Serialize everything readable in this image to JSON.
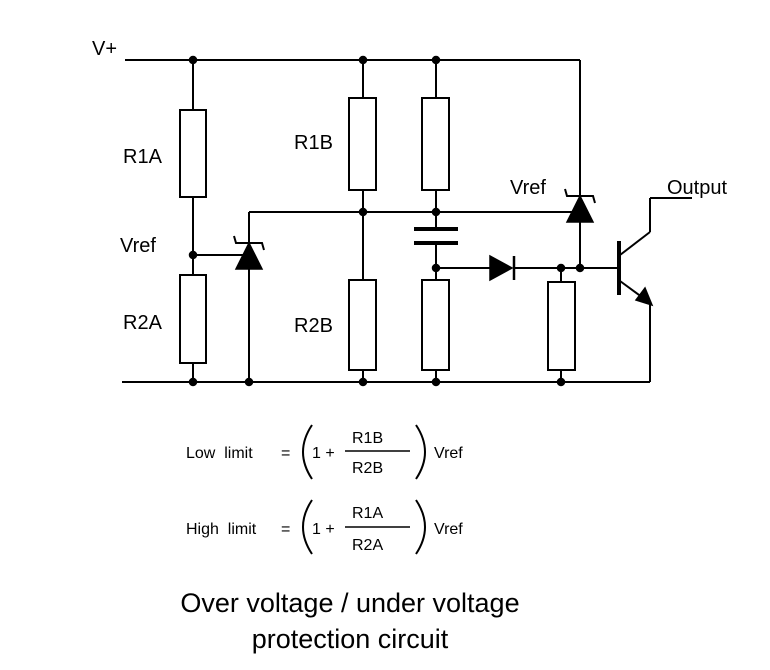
{
  "labels": {
    "supply": "V+",
    "r1a": "R1A",
    "r2a": "R2A",
    "r1b": "R1B",
    "r2b": "R2B",
    "vref_left": "Vref",
    "vref_right": "Vref",
    "output": "Output"
  },
  "equations": {
    "low": {
      "name": "Low  limit",
      "equals": "=",
      "one_plus": "1 +",
      "numerator": "R1B",
      "denominator": "R2B",
      "factor": "Vref"
    },
    "high": {
      "name": "High  limit",
      "equals": "=",
      "one_plus": "1 +",
      "numerator": "R1A",
      "denominator": "R2A",
      "factor": "Vref"
    }
  },
  "caption": {
    "line1": "Over voltage / under voltage",
    "line2": "protection circuit"
  }
}
